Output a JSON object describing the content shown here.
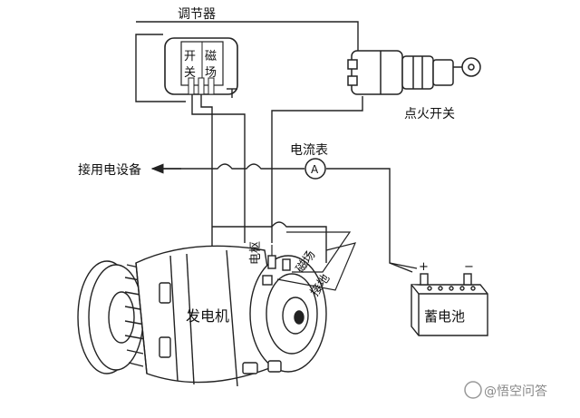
{
  "labels": {
    "regulator": "调节器",
    "reg_switch_1": "开",
    "reg_switch_2": "关",
    "reg_field_1": "磁",
    "reg_field_2": "场",
    "ignition_switch": "点火开关",
    "ammeter_label": "电流表",
    "ammeter_symbol": "A",
    "load": "接用电设备",
    "armature": "电枢",
    "field": "磁场",
    "ground": "接地",
    "generator": "发电机",
    "battery": "蓄电池",
    "battery_plus": "+",
    "battery_minus": "−",
    "watermark": "@悟空问答"
  },
  "colors": {
    "line": "#222222",
    "background": "#ffffff"
  }
}
